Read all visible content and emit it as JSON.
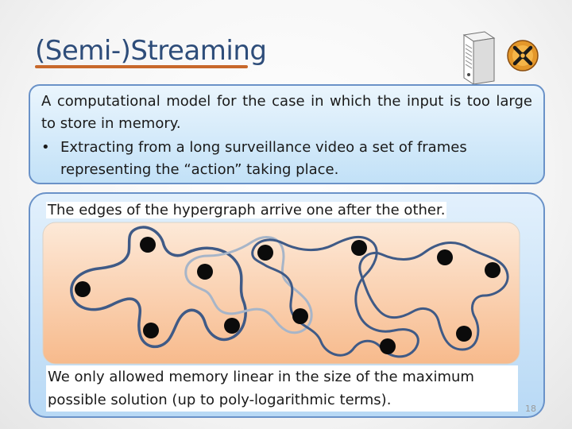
{
  "slide": {
    "title": "(Semi-)Streaming",
    "definition": "A computational model for the case in which the input is too large to store in memory.",
    "bullet": "Extracting from a long surveillance video a set of frames representing the “action” taking place.",
    "caption_top": "The edges of the hypergraph arrive one after the other.",
    "caption_bottom": "We only allowed memory linear in the size of the maximum possible solution (up to poly-logarithmic terms).",
    "page_number": "18"
  },
  "icons": {
    "server": "server-computer-icon",
    "tools": "tools-badge-icon",
    "bullet": "•"
  },
  "colors": {
    "title": "#2e4d7a",
    "title_underline": "#c8692c",
    "box_border": "#6a92c8",
    "hyperedge_stroke": "#3f5a86",
    "vertex_fill": "#0b0b0b"
  }
}
